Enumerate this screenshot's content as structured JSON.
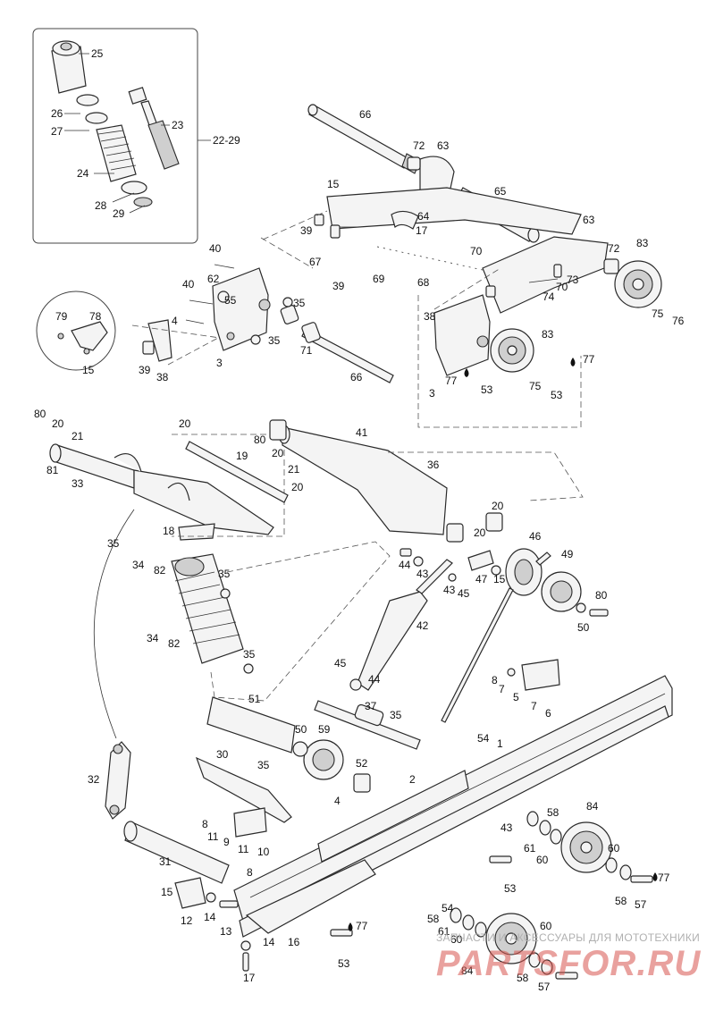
{
  "callouts": {
    "c25": "25",
    "c26": "26",
    "c27": "27",
    "c23": "23",
    "c22_29": "22-29",
    "c24": "24",
    "c28": "28",
    "c29": "29",
    "c66a": "66",
    "c72a": "72",
    "c63a": "63",
    "c15a": "15",
    "c65": "65",
    "c64": "64",
    "c39a": "39",
    "c17a": "17",
    "c63b": "63",
    "c70a": "70",
    "c72b": "72",
    "c83a": "83",
    "c40a": "40",
    "c67": "67",
    "c69": "69",
    "c68": "68",
    "c62": "62",
    "c55": "55",
    "c39b": "39",
    "c70b": "70",
    "c73": "73",
    "c74": "74",
    "c40b": "40",
    "c35a": "35",
    "c75a": "75",
    "c76": "76",
    "c79": "79",
    "c78": "78",
    "c4a": "4",
    "c38a": "38",
    "c83b": "83",
    "c35b": "35",
    "c71": "71",
    "c15b": "15",
    "c3a": "3",
    "c39c": "39",
    "c38b": "38",
    "c77a": "77",
    "c66b": "66",
    "c77b": "77",
    "c75b": "75",
    "c3b": "3",
    "c53a": "53",
    "c53b": "53",
    "c80a": "80",
    "c20a": "20",
    "c20b": "20",
    "c21a": "21",
    "c80b": "80",
    "c41": "41",
    "c19": "19",
    "c20c": "20",
    "c21b": "21",
    "c36": "36",
    "c81": "81",
    "c33": "33",
    "c20d": "20",
    "c20e": "20",
    "c18": "18",
    "c20f": "20",
    "c35c": "35",
    "c46": "46",
    "c49": "49",
    "c34a": "34",
    "c82a": "82",
    "c35d": "35",
    "c44a": "44",
    "c43a": "43",
    "c47": "47",
    "c15c": "15",
    "c43b": "43",
    "c45a": "45",
    "c80c": "80",
    "c50a": "50",
    "c42": "42",
    "c34b": "34",
    "c82b": "82",
    "c35e": "35",
    "c45b": "45",
    "c44b": "44",
    "c8a": "8",
    "c7a": "7",
    "c5": "5",
    "c7b": "7",
    "c6": "6",
    "c51": "51",
    "c37": "37",
    "c35f": "35",
    "c50b": "50",
    "c59": "59",
    "c54a": "54",
    "c1": "1",
    "c32": "32",
    "c30": "30",
    "c35g": "35",
    "c52": "52",
    "c2": "2",
    "c4b": "4",
    "c8b": "8",
    "c11a": "11",
    "c9": "9",
    "c11b": "11",
    "c10": "10",
    "c43c": "43",
    "c58a": "58",
    "c84a": "84",
    "c61a": "61",
    "c60a": "60",
    "c60b": "60",
    "c31": "31",
    "c8c": "8",
    "c15d": "15",
    "c53c": "53",
    "c77c": "77",
    "c58b": "58",
    "c57a": "57",
    "c12": "12",
    "c14a": "14",
    "c13": "13",
    "c54b": "54",
    "c58c": "58",
    "c61b": "61",
    "c60c": "60",
    "c60d": "60",
    "c77d": "77",
    "c16": "16",
    "c14b": "14",
    "c53d": "53",
    "c84b": "84",
    "c58d": "58",
    "c57b": "57",
    "c17b": "17"
  },
  "watermark": {
    "tagline": "ЗАПЧАСТИ И АКСЕССУАРЫ ДЛЯ МОТОТЕХНИКИ",
    "logo_main": "PARTSFOR",
    "logo_suffix": ".RU"
  }
}
